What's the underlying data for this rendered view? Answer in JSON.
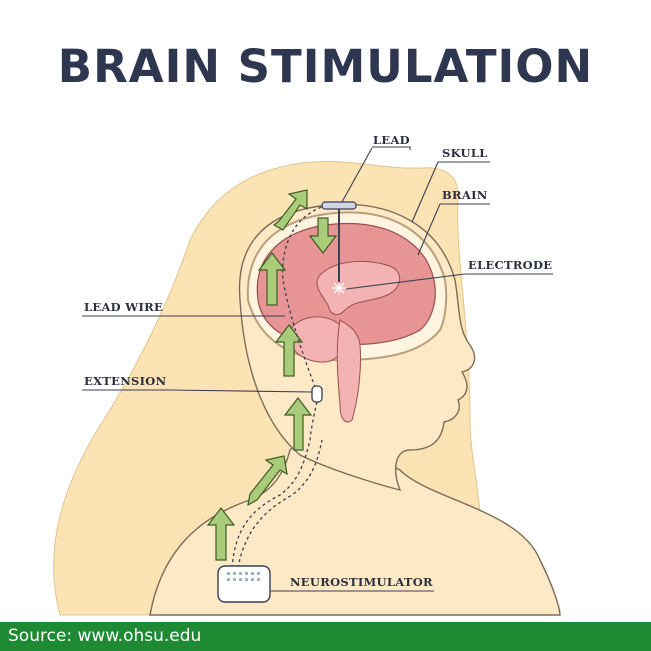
{
  "title": "BRAIN STIMULATION",
  "labels": {
    "lead": "LEAD",
    "skull": "SKULL",
    "brain": "BRAIN",
    "electrode": "ELECTRODE",
    "lead_wire": "LEAD WIRE",
    "extension": "EXTENSION",
    "neurostimulator": "NEUROSTIMULATOR"
  },
  "source": "Source: www.ohsu.edu",
  "colors": {
    "title": "#2e3650",
    "hair": "#fbe3b3",
    "skin": "#fde9c6",
    "brain": "#e69494",
    "cerebellum_stem": "#f3b3b3",
    "arrow": "#a9cc7a",
    "footer": "#1e8a34"
  }
}
